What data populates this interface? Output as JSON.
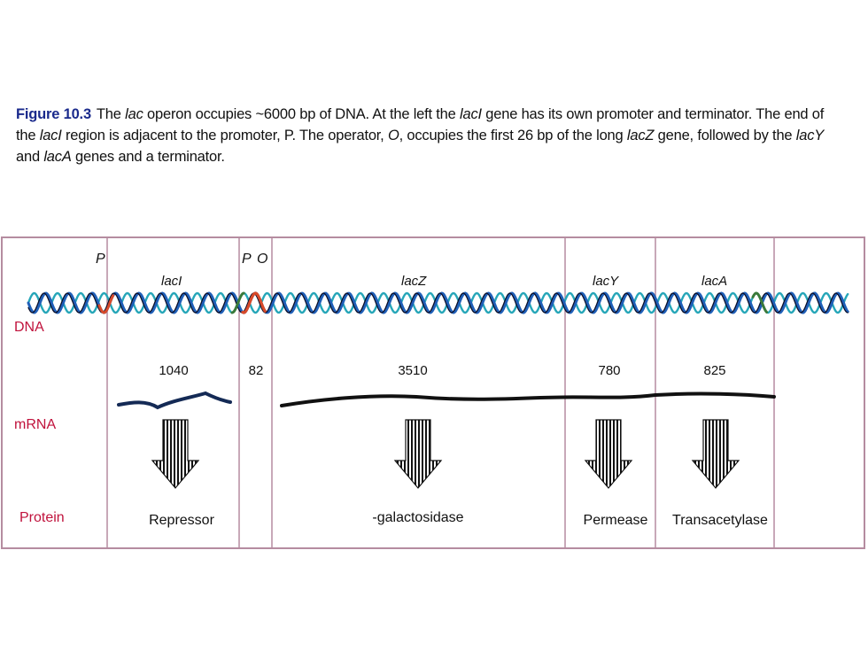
{
  "caption": {
    "figure_label": "Figure 10.3",
    "parts": [
      {
        "t": "The ",
        "i": false
      },
      {
        "t": "lac",
        "i": true
      },
      {
        "t": " operon occupies ~6000 bp of DNA. At the left the ",
        "i": false
      },
      {
        "t": "lacI",
        "i": true
      },
      {
        "t": " gene has its own promoter and terminator. The end of the ",
        "i": false
      },
      {
        "t": "lacI",
        "i": true
      },
      {
        "t": " region is adjacent to the promoter, P. The operator, ",
        "i": false
      },
      {
        "t": "O",
        "i": true
      },
      {
        "t": ", occupies the first 26 bp of the long ",
        "i": false
      },
      {
        "t": "lacZ",
        "i": true
      },
      {
        "t": " gene, followed by the ",
        "i": false
      },
      {
        "t": "lacY",
        "i": true
      },
      {
        "t": " and ",
        "i": false
      },
      {
        "t": "lacA",
        "i": true
      },
      {
        "t": " genes and a terminator.",
        "i": false
      }
    ]
  },
  "rows": {
    "dna": "DNA",
    "mrna": "mRNA",
    "protein": "Protein"
  },
  "elements": {
    "promoter_left": "P",
    "promoter": "P",
    "operator": "O"
  },
  "genes": [
    {
      "id": "laci",
      "name": "lacI",
      "length": "1040",
      "protein": "Repressor"
    },
    {
      "id": "po",
      "name": "",
      "length": "82",
      "protein": ""
    },
    {
      "id": "lacz",
      "name": "lacZ",
      "length": "3510",
      "protein": "-galactosidase"
    },
    {
      "id": "lacy",
      "name": "lacY",
      "length": "780",
      "protein": "Permease"
    },
    {
      "id": "laca",
      "name": "lacA",
      "length": "825",
      "protein": "Transacetylase"
    }
  ],
  "colors": {
    "border": "#b58ca0",
    "strand_blue": "#1f5fb8",
    "strand_dark": "#0b0f2a",
    "strand_teal": "#26a6b8",
    "highlight_red": "#d84a2a",
    "highlight_green": "#3a7a3a",
    "row_label": "#c0123c",
    "mrna_laci": "#142a55",
    "mrna_main": "#111111",
    "caption_label": "#1a2a8c"
  }
}
